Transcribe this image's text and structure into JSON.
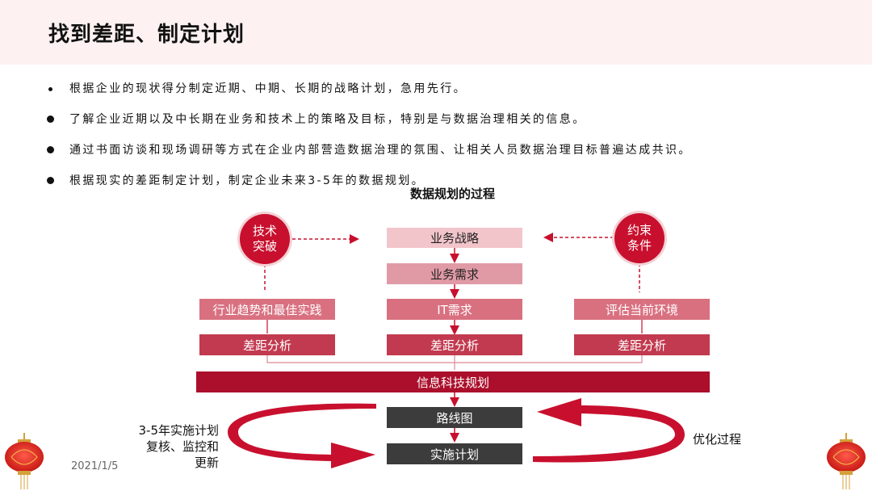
{
  "title": "找到差距、制定计划",
  "bullets": [
    "根据企业的现状得分制定近期、中期、长期的战略计划，急用先行。",
    "了解企业近期以及中长期在业务和技术上的策略及目标，特别是与数据治理相关的信息。",
    "通过书面访谈和现场调研等方式在企业内部营造数据治理的氛围、让相关人员数据治理目标普遍达成共识。",
    "根据现实的差距制定计划，制定企业未来3-5年的数据规划。"
  ],
  "diagram": {
    "title": "数据规划的过程",
    "left_circle": [
      "技术",
      "突破"
    ],
    "right_circle": [
      "约束",
      "条件"
    ],
    "center_steps": [
      "业务战略",
      "业务需求",
      "IT需求",
      "差距分析"
    ],
    "left_steps": [
      "行业趋势和最佳实践",
      "差距分析"
    ],
    "right_steps": [
      "评估当前环境",
      "差距分析"
    ],
    "banner": "信息科技规划",
    "roadmap": "路线图",
    "implementation": "实施计划",
    "left_note": [
      "3-5年实施计划",
      "复核、监控和更新"
    ],
    "right_note": "优化过程"
  },
  "date": "2021/1/5",
  "colors": {
    "header_bg": "#fdf2f1",
    "accent_red": "#c8102e",
    "banner_red": "#ab0f2b",
    "dark_gray": "#3c3c3c"
  },
  "icons": [
    "lantern-icon-left",
    "lantern-icon-right"
  ]
}
